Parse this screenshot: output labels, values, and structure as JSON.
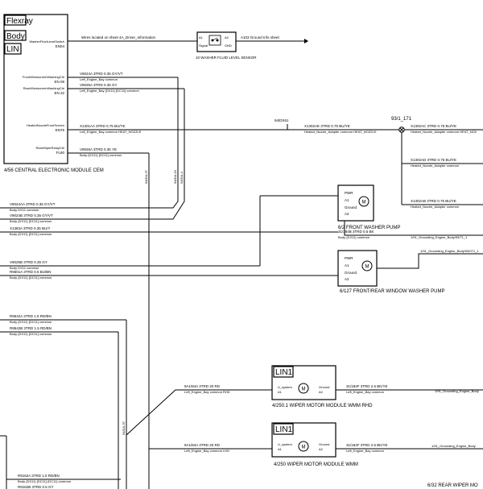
{
  "cem": {
    "bus": [
      "Flexray",
      "Body",
      "LIN"
    ],
    "pins": [
      {
        "name": "WasherFluidLevelSwitch",
        "pin": "EN04"
      },
      {
        "name": "FrontWindscreenWashingCtrl",
        "pin": "EN 09"
      },
      {
        "name": "RearWindscreenWashingCtrl",
        "pin": "EN 22"
      },
      {
        "name": "HeatedNozzleFrontScreen",
        "pin": "EN76"
      },
      {
        "name": "RearWiperRelayCtrl",
        "pin": "FL60"
      }
    ],
    "label": "4/56   CENTRAL ELECTRONIC MODULE CEM",
    "vertical_labels": [
      "94/DA-27",
      "94/DA-19",
      "94/DA-4"
    ]
  },
  "wires": {
    "top_note": "Wires located on sheet 4A_Driver_Information",
    "top_right": "A103 Ground Info sheet",
    "w1": {
      "a": "V9024A 3TRD 0.35 GY/VT",
      "b": "Left_Engine_Bay common"
    },
    "w2": {
      "a": "V9025A 3TRD 0.35 GY",
      "b": "Left_Engine_Bay (DX11) [DC11]  common"
    },
    "w3": {
      "a": "X1301AA 3TRD 0.75 BU/YE",
      "b": "Left_Engine_Bay   common   HEAT_NOZZLE"
    },
    "w3_splice": "94/DX61",
    "w3r": {
      "a": "X1302AE 3TRD 0.75 BU/YE",
      "b": "Heated_Nozzle_Adapter common   HEAT_NOZZLE"
    },
    "w3rr": {
      "a": "X1302AC 3TRD 0.75 BU/YE",
      "b": "Heated_Nozzle_Adapter common   HEAT_NOZ"
    },
    "w3d1": {
      "a": "X1302AD 3TRD 0.75 BU/YE",
      "b": "Heated_Nozzle_Adapter common"
    },
    "w3d2": {
      "a": "X1302AB 3TRD 0.75 BU/YE",
      "b": "Heated_Nozzle_Adapter common"
    },
    "w4": {
      "a": "V9026A 3TRD 0.35 YE",
      "b": "Body (DX11) [DC11]  common"
    },
    "node": "93/1_171",
    "l1": {
      "a": "V9024AA 3TRD 0.35 GY/VT",
      "b": "Body DX11 common"
    },
    "l2": {
      "a": "V9024B 3TRD 0.35 GY/VT",
      "b": "Body (DX11) [DC11] common"
    },
    "l3": {
      "a": "X1383A 3TRD 0.35 BU/Y",
      "b": "Body (DX11) [DC11] common"
    },
    "l4": {
      "a": "V9025B 3TRD 0.35 GY",
      "b": "Body DX11 common"
    },
    "l5": {
      "a": "R9501A 3TRD 0.5 BU/BN",
      "b": "Body (DX11) [DC11] common"
    },
    "l6": {
      "a": "R9542A 3TRD 1.5 RD/BN",
      "b": "Body (DX11) [DC11] common"
    },
    "l7": {
      "a": "R9542B 3TRD 1.5 RD/BN",
      "b": "Body (DX11) [DC11] common"
    },
    "pump_gnd": {
      "a": "31/184B 3TRD 0.5 BK",
      "b": "Body (DX11) common"
    },
    "pump_gnd_ref": "1/91_Grounding_Engine_Body/93/71_1",
    "rr_pump_gnd_ref": "1/91_Grounding_Engine_Body/93/071_1",
    "vert_wmm": "94/DA-37",
    "m1_in": {
      "a": "9A1/84A 3TRD 20 RD",
      "b": "Left_Engine_Bay common RHD"
    },
    "m1_gnd": {
      "a": "31/184F 3TRD 2.5 BK/YE",
      "b": "Left_Engine_Bay common"
    },
    "m1_ref": "1/91_Grounding_Engine_Body",
    "m2_in": {
      "a": "9A1/84A 3TRD 20 RD",
      "b": "Left_Engine_Bay common LHD"
    },
    "m2_gnd": {
      "a": "31/184F 3TRD 2.5 BK/YE",
      "b": "Left_Engine_Bay common"
    },
    "m2_ref": "1/91_Grounding_Engine_Body",
    "b1": {
      "a": "R9162A 3TRD 1.5 RD/BN",
      "b": "Body (DX11) [DC11] (DC11) common"
    },
    "b2": "R9162B 3TRD 0.5 GY"
  },
  "sensor": {
    "label": "10    WASHER FLUID LEVEL SENSOR",
    "pins": [
      "A1",
      "A2"
    ],
    "pin_labels": [
      "Signal",
      "GND"
    ]
  },
  "front_pump": {
    "pins": [
      "PWR",
      "A1",
      "Ground",
      "A2"
    ],
    "label": "6/2      FRONT WASHER PUMP"
  },
  "rear_pump": {
    "pins": [
      "PWR",
      "A1",
      "Ground",
      "A2"
    ],
    "label": "6/127   FRONT/REAR WINDOW WASHER PUMP"
  },
  "wmm_rhd": {
    "lin": "LIN1",
    "pins": [
      "U_system",
      "A1",
      "Ground",
      "A2"
    ],
    "label": "4/250.1     WIPER MOTOR MODULE WMM RHD"
  },
  "wmm": {
    "lin": "LIN1",
    "pins": [
      "U_system",
      "A1",
      "Ground",
      "A2"
    ],
    "label": "4/250       WIPER MOTOR MODULE WMM"
  },
  "corner": "6/32 REAR WIPER MO",
  "motor_symbol": "M"
}
